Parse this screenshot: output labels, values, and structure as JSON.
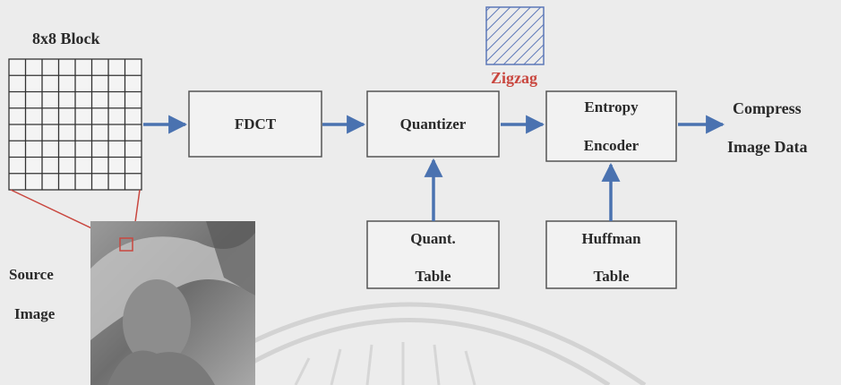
{
  "block_label": "8x8 Block",
  "source_label_1": "Source",
  "source_label_2": "Image",
  "zigzag_label": "Zigzag",
  "fdct_label": "FDCT",
  "quantizer_label": "Quantizer",
  "entropy_label_1": "Entropy",
  "entropy_label_2": "Encoder",
  "output_label_1": "Compress",
  "output_label_2": "Image Data",
  "quant_table_1": "Quant.",
  "quant_table_2": "Table",
  "huffman_table_1": "Huffman",
  "huffman_table_2": "Table",
  "colors": {
    "arrow": "#4a72b0",
    "highlight": "#c9473f",
    "zigzag": "#5d78b8",
    "box_border": "#555555"
  }
}
